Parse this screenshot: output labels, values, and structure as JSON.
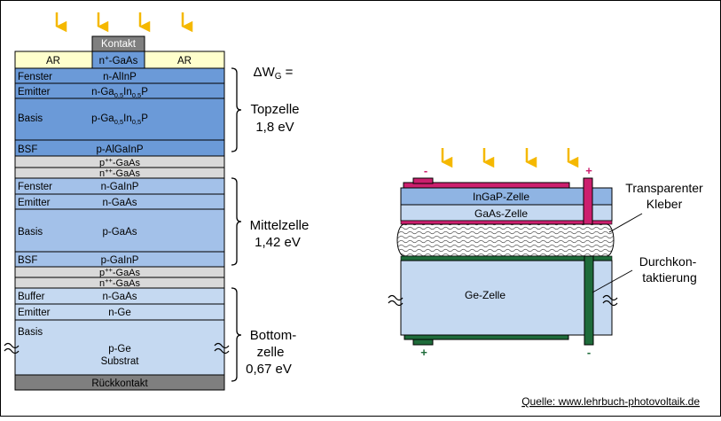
{
  "stack": {
    "contact": "Kontakt",
    "ar_left": "AR",
    "ar_right": "AR",
    "cap_layer": {
      "pre": "n",
      "sup": "+",
      "post": "-GaAs"
    },
    "top_cell": {
      "window_label": "Fenster",
      "window_material": "n-AlInP",
      "emitter_label": "Emitter",
      "emitter_material": {
        "a": "n-Ga",
        "s1": "0,5",
        "b": "In",
        "s2": "0,5",
        "c": "P"
      },
      "base_label": "Basis",
      "base_material": {
        "a": "p-Ga",
        "s1": "0,5",
        "b": "In",
        "s2": "0,5",
        "c": "P"
      },
      "bsf_label": "BSF",
      "bsf_material": "p-AlGaInP"
    },
    "tunnel_1": {
      "p": {
        "pre": "p",
        "sup": "++",
        "post": "-GaAs"
      },
      "n": {
        "pre": "n",
        "sup": "++",
        "post": "-GaAs"
      }
    },
    "middle_cell": {
      "window_label": "Fenster",
      "window_material": "n-GaInP",
      "emitter_label": "Emitter",
      "emitter_material": "n-GaAs",
      "base_label": "Basis",
      "base_material": "p-GaAs",
      "bsf_label": "BSF",
      "bsf_material": "p-GaInP"
    },
    "tunnel_2": {
      "p": {
        "pre": "p",
        "sup": "++",
        "post": "-GaAs"
      },
      "n": {
        "pre": "n",
        "sup": "++",
        "post": "-GaAs"
      }
    },
    "bottom_cell": {
      "buffer_label": "Buffer",
      "buffer_material": "n-GaAs",
      "emitter_label": "Emitter",
      "emitter_material": "n-Ge",
      "base_label": "Basis",
      "base_material": "p-Ge",
      "substrate": "Substrat"
    },
    "back_contact": "Rückkontakt"
  },
  "annotations": {
    "bandgap": {
      "pre": "ΔW",
      "sub": "G",
      "post": " ="
    },
    "top_name": "Topzelle",
    "top_value": "1,8 eV",
    "mid_name": "Mittelzelle",
    "mid_value": "1,42 eV",
    "bot_name_1": "Bottom-",
    "bot_name_2": "zelle",
    "bot_value": "0,67 eV"
  },
  "module": {
    "ingap": "InGaP-Zelle",
    "gaas": "GaAs-Zelle",
    "ge": "Ge-Zelle",
    "minus_top": "-",
    "plus_top": "+",
    "plus_bottom": "+",
    "minus_bottom": "-",
    "adhesive_1": "Transparenter",
    "adhesive_2": "Kleber",
    "via_1": "Durchkon-",
    "via_2": "taktierung"
  },
  "source": "Quelle: www.lehrbuch-photovoltaik.de",
  "colors": {
    "top_cell": "#6b9ad8",
    "middle_cell": "#a3c1e9",
    "bottom_cell": "#c5d9f1",
    "tunnel": "#d9d9d9",
    "ar": "#ffffcc",
    "contact": "#7f7f7f",
    "arrow": "#f5b800",
    "magenta": "#cc1f6e",
    "green": "#1e6b3a",
    "ingap": "#8fb4e3",
    "gaas_module": "#c5d9f1"
  }
}
